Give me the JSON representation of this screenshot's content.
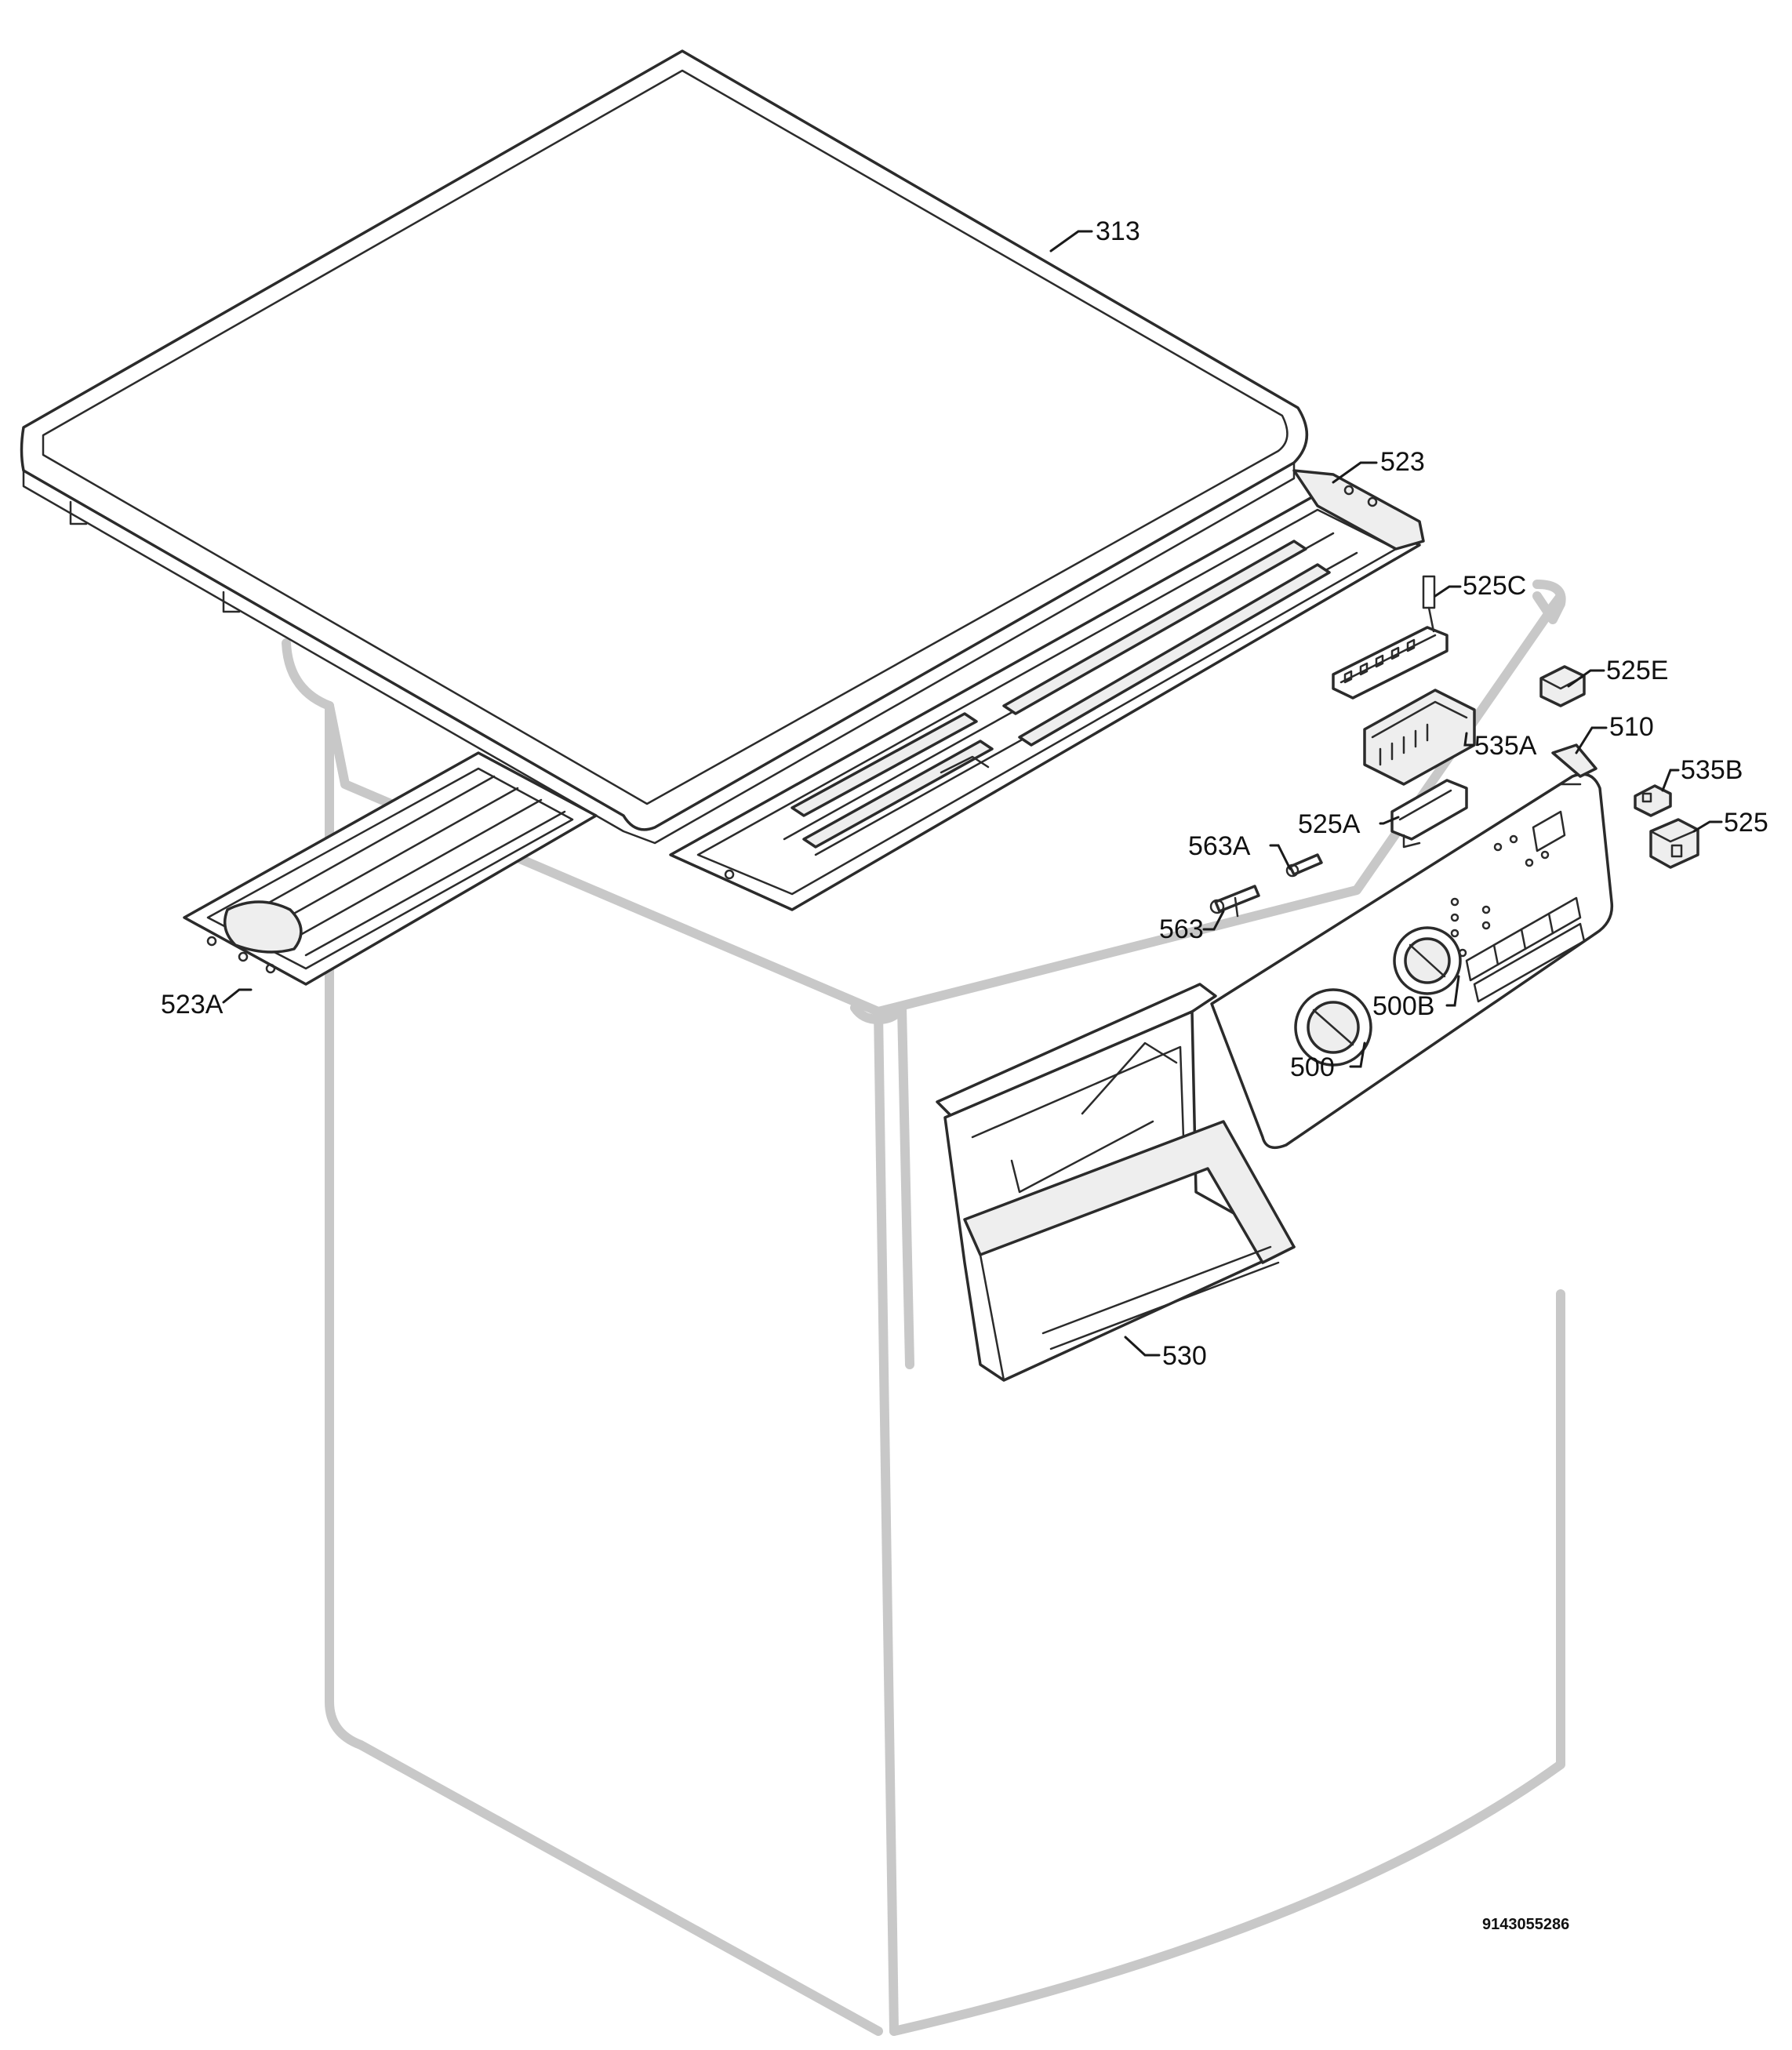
{
  "labels": {
    "p313": "313",
    "p523": "523",
    "p525c": "525C",
    "p525e": "525E",
    "p535a": "535A",
    "p510": "510",
    "p535b": "535B",
    "p525": "525",
    "p525a": "525A",
    "p563a": "563A",
    "p563": "563",
    "p523a": "523A",
    "p500b": "500B",
    "p500": "500",
    "p530": "530"
  },
  "document_number": "9143055286",
  "colors": {
    "ghost_outline": "#c8c8c8",
    "line": "#2b2b2b",
    "background": "#ffffff"
  }
}
